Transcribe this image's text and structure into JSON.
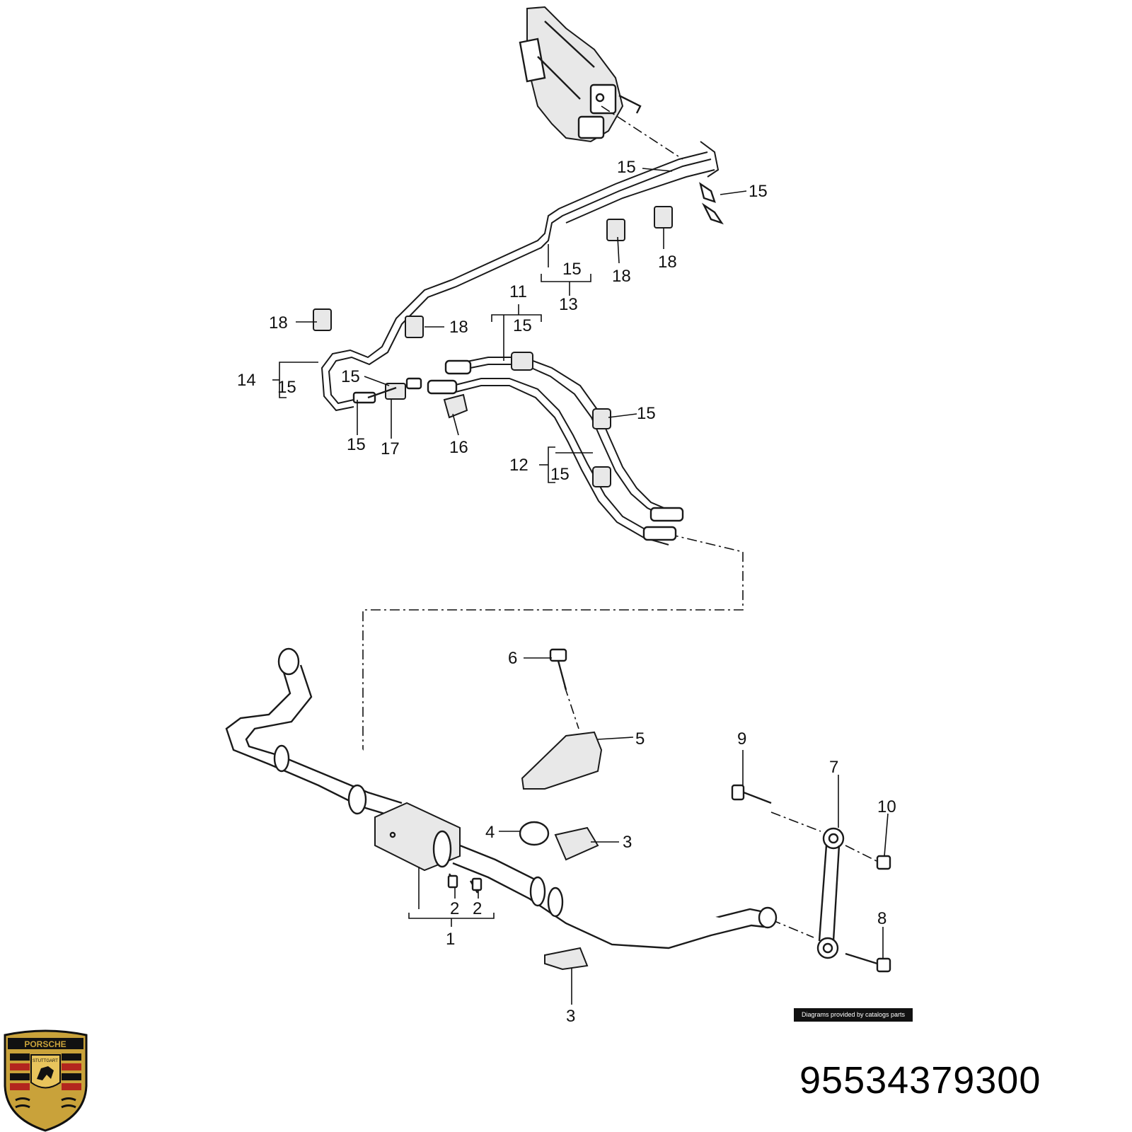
{
  "diagram": {
    "callouts": {
      "c1": "1",
      "c2a": "2",
      "c2b": "2",
      "c3a": "3",
      "c3b": "3",
      "c4": "4",
      "c5": "5",
      "c6": "6",
      "c7": "7",
      "c8": "8",
      "c9": "9",
      "c10": "10",
      "c11": "11",
      "c12": "12",
      "c13": "13",
      "c14": "14",
      "c15a": "15",
      "c15b": "15",
      "c15c": "15",
      "c15d": "15",
      "c15e": "15",
      "c15f": "15",
      "c15g": "15",
      "c15h": "15",
      "c15i": "15",
      "c16": "16",
      "c17": "17",
      "c18a": "18",
      "c18b": "18",
      "c18c": "18",
      "c18d": "18"
    }
  },
  "credit": "Diagrams provided by catalogs parts",
  "part_number": "95534379300",
  "logo": {
    "brand": "PORSCHE",
    "city": "STUTTGART"
  },
  "colors": {
    "line": "#1a1a1a",
    "logo_gold": "#c9a23a",
    "logo_red": "#b3261e",
    "logo_black": "#111111"
  }
}
